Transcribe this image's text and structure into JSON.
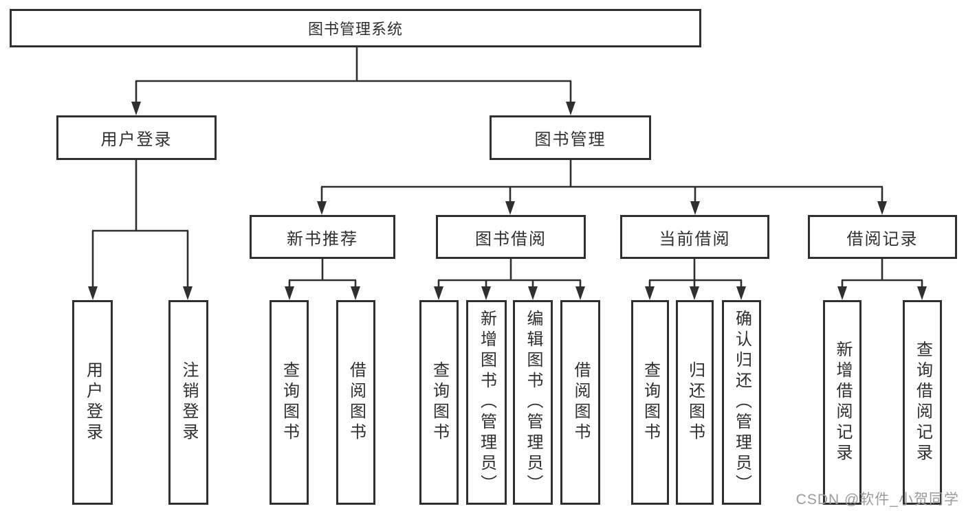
{
  "diagram": {
    "root": {
      "label": "图书管理系统"
    },
    "level2": [
      {
        "label": "用户登录"
      },
      {
        "label": "图书管理"
      }
    ],
    "level3": [
      {
        "label": "新书推荐"
      },
      {
        "label": "图书借阅"
      },
      {
        "label": "当前借阅"
      },
      {
        "label": "借阅记录"
      }
    ],
    "leaves": [
      {
        "label": "用户登录"
      },
      {
        "label": "注销登录"
      },
      {
        "label": "查询图书"
      },
      {
        "label": "借阅图书"
      },
      {
        "label": "查询图书"
      },
      {
        "label": "新增图书（管理员）"
      },
      {
        "label": "编辑图书（管理员）"
      },
      {
        "label": "借阅图书"
      },
      {
        "label": "查询图书"
      },
      {
        "label": "归还图书"
      },
      {
        "label": "确认归还（管理员）"
      },
      {
        "label": "新增借阅记录"
      },
      {
        "label": "查询借阅记录"
      }
    ],
    "colors": {
      "line": "#2f2f2f",
      "text": "#2f2f2f",
      "background": "#ffffff",
      "watermark_gray": "#9b9b9b"
    }
  },
  "watermark": {
    "text": "CSDN @软件_小贺同学"
  }
}
